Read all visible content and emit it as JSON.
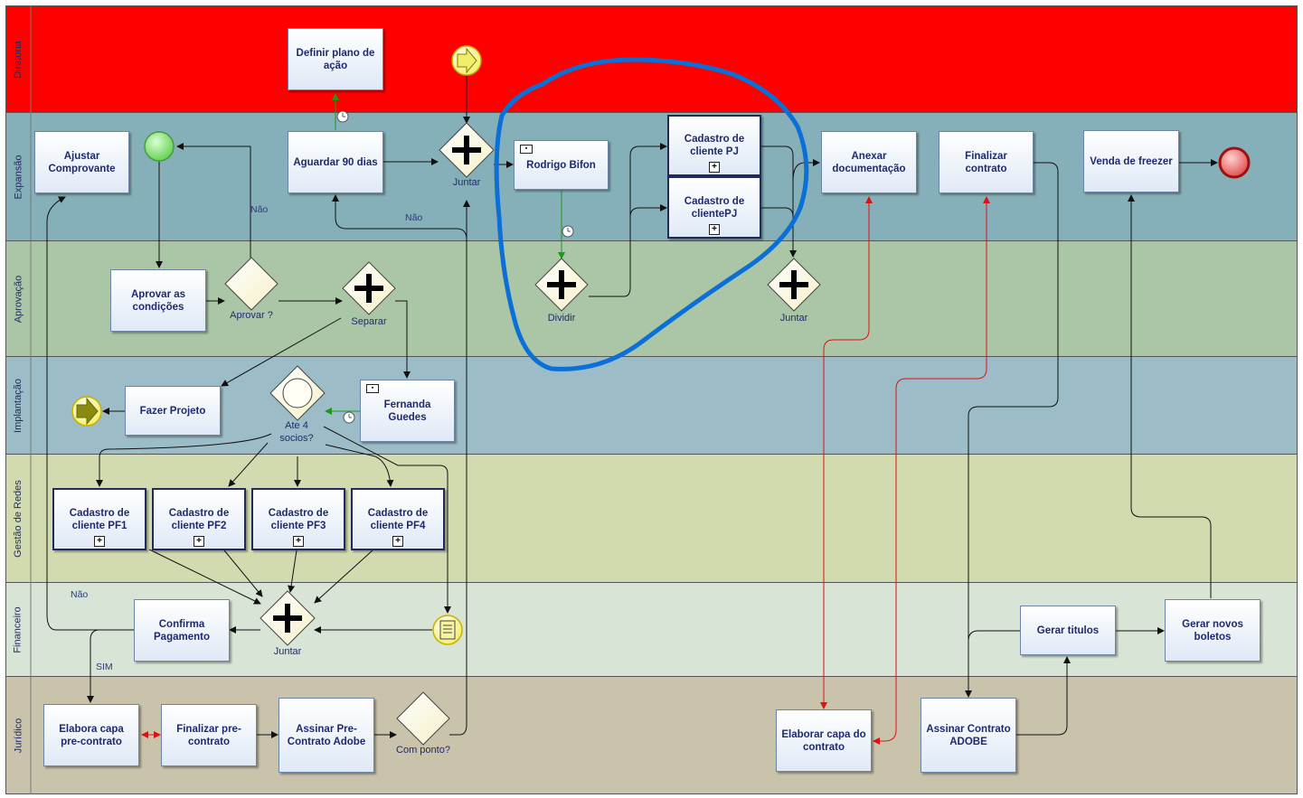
{
  "lanes": [
    {
      "label": "Diretoria",
      "color": "#ff0000",
      "top": 0,
      "h": 0
    },
    {
      "label": "Expansão",
      "color": "#86b0b9"
    },
    {
      "label": "Aprovação",
      "color": "#abc6a7"
    },
    {
      "label": "Implantação",
      "color": "#9cbdc7"
    },
    {
      "label": "Gestão de Redes",
      "color": "#d2dab0"
    },
    {
      "label": "Financeiro",
      "color": "#d8e4d5"
    },
    {
      "label": "Jurídico",
      "color": "#c8c3aa"
    }
  ],
  "tasks": {
    "definir_plano": "Definir plano de ação",
    "ajustar_comprovante": "Ajustar Comprovante",
    "aguardar_90": "Aguardar 90 dias",
    "rodrigo": "Rodrigo Bifon",
    "cadastro_pj1": "Cadastro de cliente PJ",
    "cadastro_pj2": "Cadastro de clientePJ",
    "anexar": "Anexar documentação",
    "finalizar_contrato": "Finalizar contrato",
    "venda_freezer": "Venda de freezer",
    "aprovar_condicoes": "Aprovar as condições",
    "fazer_projeto": "Fazer Projeto",
    "fernanda": "Fernanda Guedes",
    "pf1": "Cadastro de cliente PF1",
    "pf2": "Cadastro de cliente PF2",
    "pf3": "Cadastro de cliente PF3",
    "pf4": "Cadastro de cliente PF4",
    "confirma_pagamento": "Confirma Pagamento",
    "gerar_titulos": "Gerar titulos",
    "gerar_boletos": "Gerar novos boletos",
    "elabora_capa": "Elabora capa pre-contrato",
    "finalizar_pre": "Finalizar pre-contrato",
    "assinar_pre": "Assinar Pre-Contrato Adobe",
    "elaborar_capa_contrato": "Elaborar capa do contrato",
    "assinar_adobe": "Assinar Contrato ADOBE"
  },
  "gateways": {
    "juntar_exp": "Juntar",
    "aprovar": "Aprovar ?",
    "separar": "Separar",
    "dividir": "Dividir",
    "juntar_apr": "Juntar",
    "ate4": "Ate 4 socios?",
    "juntar_fin": "Juntar",
    "com_ponto": "Com ponto?"
  },
  "flow_labels": {
    "nao1": "Não",
    "nao2": "Não",
    "nao3": "Não",
    "sim": "SIM"
  },
  "colors": {
    "highlight": "#0a6fd6",
    "message_flow": "#e01010",
    "timer_flow": "#1a9a1a"
  }
}
